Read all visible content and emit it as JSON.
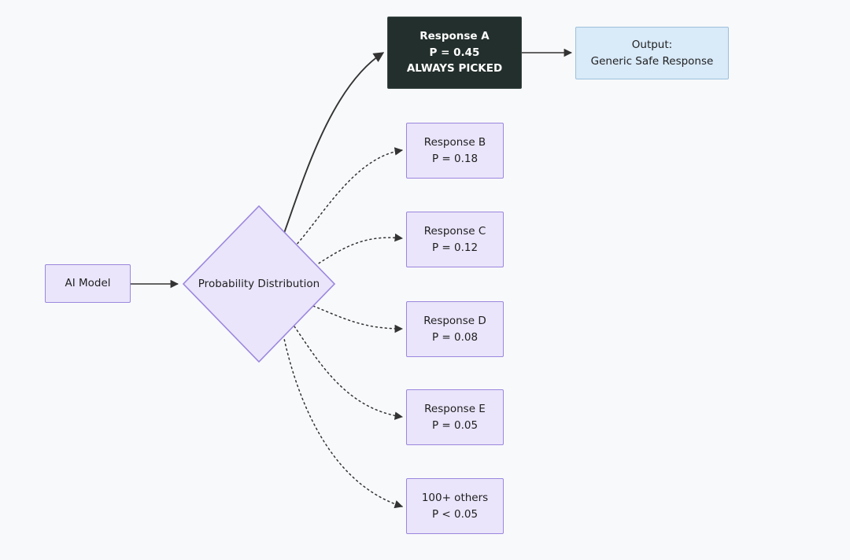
{
  "diagram": {
    "type": "flowchart",
    "direction": "left-to-right",
    "background_color": "#f8f9fb",
    "node_fill_default": "#eae5fa",
    "node_border_default": "#9b86de",
    "highlight_fill": "#232f2c",
    "highlight_text": "#ffffff",
    "output_fill": "#d9eaf8",
    "output_border": "#9cc0dc",
    "edge_color": "#333333"
  },
  "nodes": {
    "source": {
      "id": "ai-model",
      "label": "AI Model",
      "shape": "rect"
    },
    "decision": {
      "id": "probability-distribution",
      "label": "Probability Distribution",
      "shape": "diamond"
    },
    "response_a": {
      "id": "response-a",
      "shape": "rect-highlighted",
      "line1": "Response A",
      "line2": "P = 0.45",
      "line3": "ALWAYS PICKED"
    },
    "response_b": {
      "id": "response-b",
      "shape": "rect",
      "line1": "Response B",
      "line2": "P = 0.18"
    },
    "response_c": {
      "id": "response-c",
      "shape": "rect",
      "line1": "Response C",
      "line2": "P = 0.12"
    },
    "response_d": {
      "id": "response-d",
      "shape": "rect",
      "line1": "Response D",
      "line2": "P = 0.08"
    },
    "response_e": {
      "id": "response-e",
      "shape": "rect",
      "line1": "Response E",
      "line2": "P = 0.05"
    },
    "response_others": {
      "id": "response-others",
      "shape": "rect",
      "line1": "100+ others",
      "line2": "P < 0.05"
    },
    "output": {
      "id": "output",
      "shape": "rect",
      "line1": "Output:",
      "line2": "Generic Safe Response"
    }
  },
  "edges": [
    {
      "from": "ai-model",
      "to": "probability-distribution",
      "style": "solid"
    },
    {
      "from": "probability-distribution",
      "to": "response-a",
      "style": "solid"
    },
    {
      "from": "probability-distribution",
      "to": "response-b",
      "style": "dotted"
    },
    {
      "from": "probability-distribution",
      "to": "response-c",
      "style": "dotted"
    },
    {
      "from": "probability-distribution",
      "to": "response-d",
      "style": "dotted"
    },
    {
      "from": "probability-distribution",
      "to": "response-e",
      "style": "dotted"
    },
    {
      "from": "probability-distribution",
      "to": "response-others",
      "style": "dotted"
    },
    {
      "from": "response-a",
      "to": "output",
      "style": "solid"
    }
  ]
}
